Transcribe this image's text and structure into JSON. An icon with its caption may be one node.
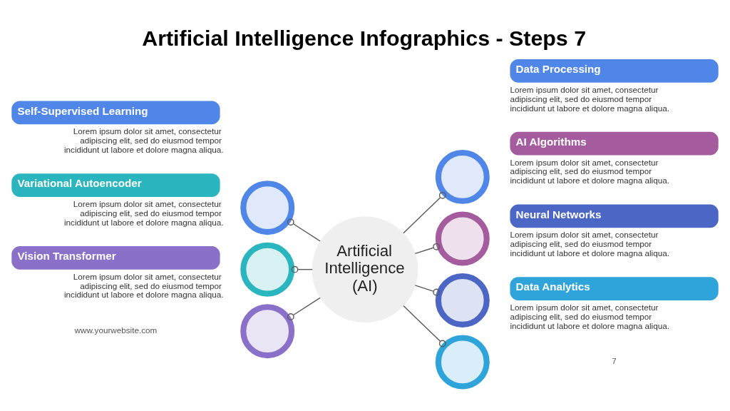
{
  "diagram": {
    "title": "Artificial Intelligence Infographics - Steps 7",
    "nodes": [
      {
        "text": [
          "Artificial Intelligence (AI)"
        ]
      },
      {
        "text": [
          "Self-Supervised Learning"
        ],
        "beside": [
          "Lorem ipsum dolor sit amet, consectetur adipiscing elit, sed do eiusmod tempor incididunt ut labore et dolore magna aliqua."
        ]
      },
      {
        "text": [],
        "shape": "circle"
      },
      {
        "text": [
          "Data Processing"
        ],
        "beside": [
          "Lorem ipsum dolor sit amet, consectetur adipiscing elit, sed do eiusmod tempor incididunt ut labore et dolore magna aliqua."
        ]
      },
      {
        "text": [],
        "shape": "circle"
      },
      {
        "text": [
          "Variational Autoencoder"
        ],
        "beside": [
          "Lorem ipsum dolor sit amet, consectetur adipiscing elit, sed do eiusmod tempor incididunt ut labore et dolore magna aliqua."
        ]
      },
      {
        "text": [],
        "shape": "circle"
      },
      {
        "text": [
          "AI Algorithms"
        ],
        "beside": [
          "Lorem ipsum dolor sit amet, consectetur adipiscing elit, sed do eiusmod tempor incididunt ut labore et dolore magna aliqua."
        ]
      },
      {
        "text": [],
        "shape": "circle"
      },
      {
        "text": [
          "Vision Transformer"
        ],
        "beside": [
          "Lorem ipsum dolor sit amet, consectetur adipiscing elit, sed do eiusmod tempor incididunt ut labore et dolore magna aliqua."
        ]
      },
      {
        "text": [],
        "shape": "circle"
      },
      {
        "text": [
          "Neural Networks"
        ],
        "beside": [
          "Lorem ipsum dolor sit amet, consectetur adipiscing elit, sed do eiusmod tempor incididunt ut labore et dolore magna aliqua."
        ]
      },
      {
        "text": [],
        "shape": "circle"
      },
      {
        "text": [
          "Data Analytics"
        ],
        "beside": [
          "Lorem ipsum dolor sit amet, consectetur adipiscing elit, sed do eiusmod tempor incididunt ut labore et dolore magna aliqua."
        ]
      },
      {
        "text": [],
        "shape": "circle"
      }
    ],
    "edges": [
      {
        "from": 2,
        "to": 0,
        "arrow": "other"
      },
      {
        "from": 0,
        "to": 4,
        "arrow": "other"
      },
      {
        "from": 6,
        "to": 0,
        "arrow": "other"
      },
      {
        "from": 0,
        "to": 8,
        "arrow": "other"
      },
      {
        "from": 10,
        "to": 0,
        "arrow": "other"
      },
      {
        "from": 0,
        "to": 12,
        "arrow": "other"
      },
      {
        "from": 0,
        "to": 14,
        "arrow": "other"
      }
    ],
    "labels": [
      "www.yourwebsite.com",
      "7"
    ]
  }
}
